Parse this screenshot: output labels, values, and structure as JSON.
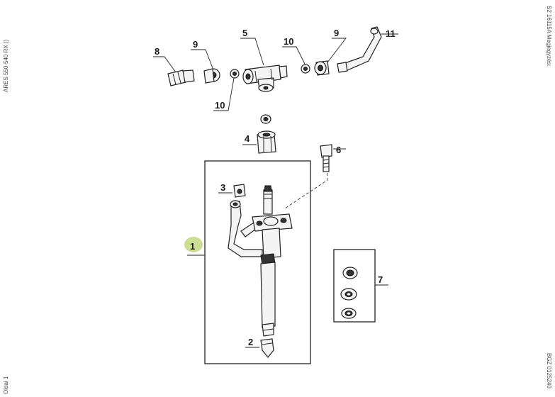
{
  "margins": {
    "left_top": "ARES 550-540 RX ()",
    "left_bottom": "Oldal 1",
    "right_top": "S2 16115A  Megjegyzés:",
    "right_bottom": "BGZ 0125240"
  },
  "callouts": {
    "c1": "1",
    "c2": "2",
    "c3": "3",
    "c4": "4",
    "c5": "5",
    "c6": "6",
    "c7": "7",
    "c8": "8",
    "c9a": "9",
    "c9b": "9",
    "c10a": "10",
    "c10b": "10",
    "c11": "11"
  },
  "colors": {
    "highlight": "#c9d98a",
    "line": "#222222"
  }
}
